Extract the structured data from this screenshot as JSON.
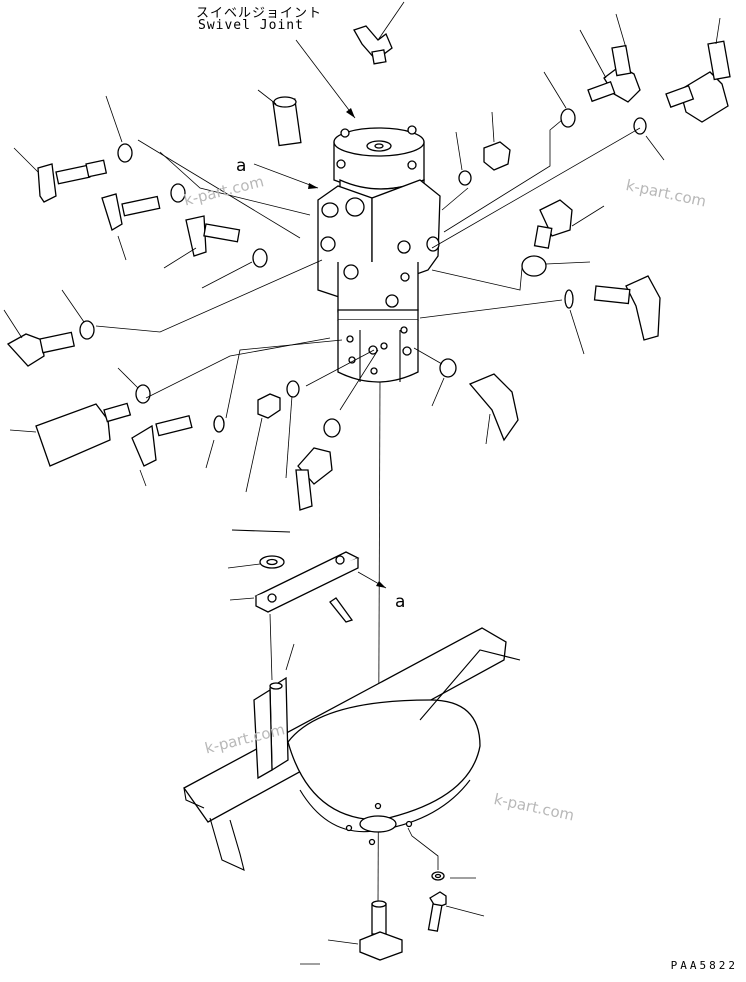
{
  "diagram": {
    "title_jp": "スイベルジョイント",
    "title_en": "Swivel Joint",
    "ref_label_top": "a",
    "ref_label_bottom": "a",
    "drawing_code": "PAA5822"
  },
  "watermarks": {
    "wm1": "k-part.com",
    "wm2": "k-part.com",
    "wm3": "k-part.com",
    "wm4": "k-part.com"
  }
}
